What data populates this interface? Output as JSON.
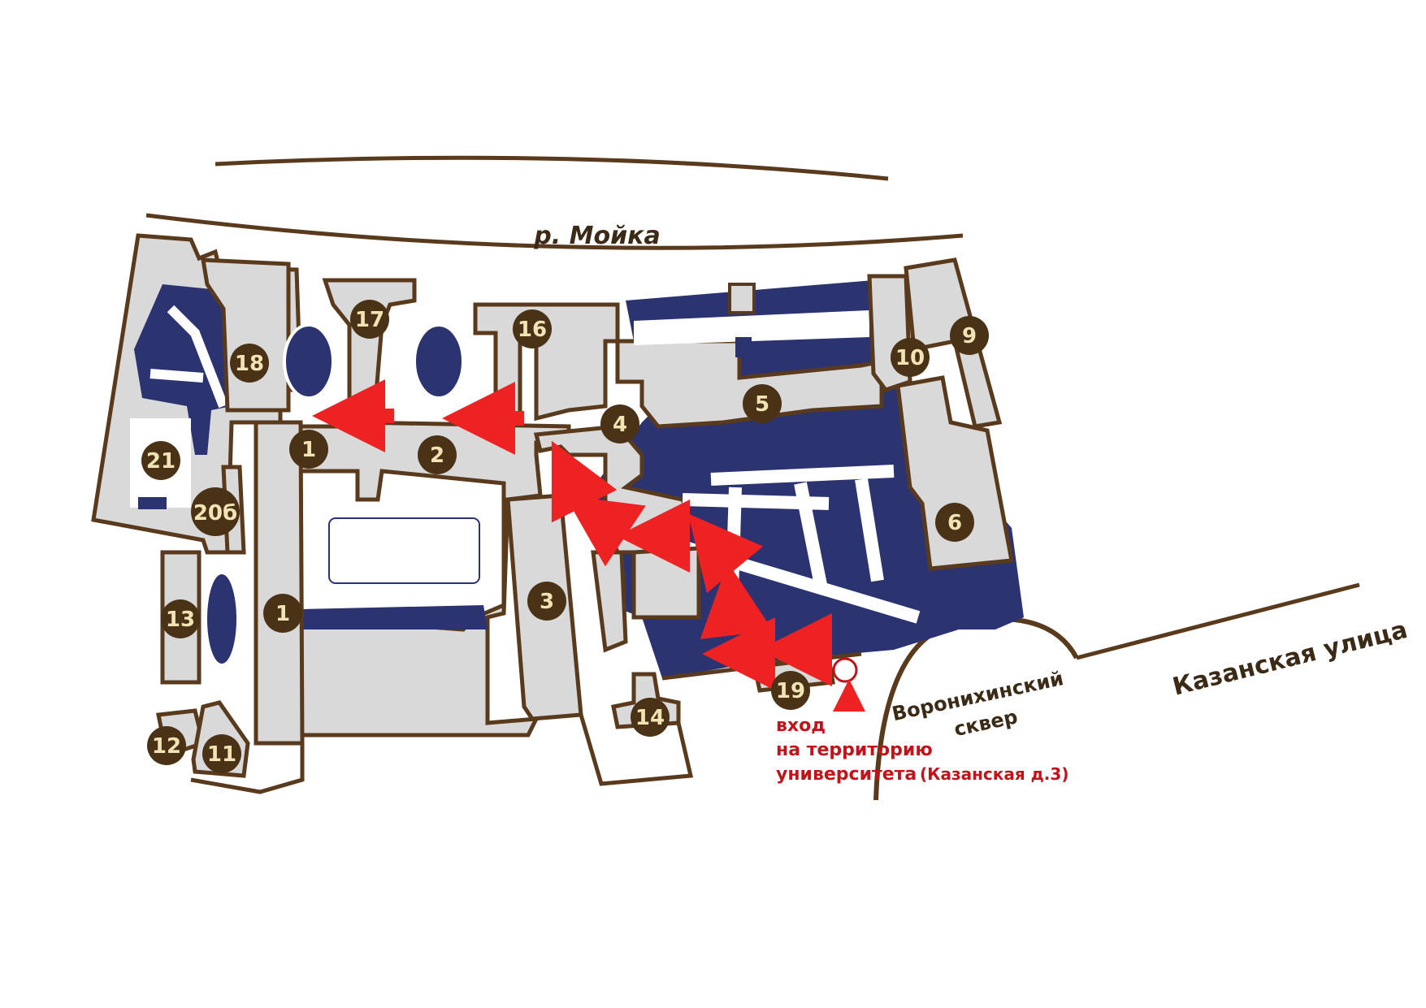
{
  "map": {
    "river_label": "р. Мойка",
    "street_label": "Казанская улица",
    "square_label_line1": "Воронихинский",
    "square_label_line2": "сквер",
    "entrance_line1": "вход",
    "entrance_line2": "на территорию",
    "entrance_line3": "университета",
    "entrance_address": "(Казанская д.3)",
    "buildings": [
      {
        "id": "b1a",
        "label": "1"
      },
      {
        "id": "b1b",
        "label": "1"
      },
      {
        "id": "b2",
        "label": "2"
      },
      {
        "id": "b3",
        "label": "3"
      },
      {
        "id": "b4",
        "label": "4"
      },
      {
        "id": "b5",
        "label": "5"
      },
      {
        "id": "b6",
        "label": "6"
      },
      {
        "id": "b9",
        "label": "9"
      },
      {
        "id": "b10",
        "label": "10"
      },
      {
        "id": "b11",
        "label": "11"
      },
      {
        "id": "b12",
        "label": "12"
      },
      {
        "id": "b13",
        "label": "13"
      },
      {
        "id": "b14",
        "label": "14"
      },
      {
        "id": "b16",
        "label": "16"
      },
      {
        "id": "b17",
        "label": "17"
      },
      {
        "id": "b18",
        "label": "18"
      },
      {
        "id": "b19",
        "label": "19"
      },
      {
        "id": "b21",
        "label": "21"
      },
      {
        "id": "b206",
        "label": "20б"
      }
    ],
    "colors": {
      "building": "#d9d9d9",
      "outline": "#5a3a1c",
      "courtyard": "#2b3370",
      "marker": "#4a3216",
      "marker_text": "#f2e3b5",
      "route": "#ee2222",
      "entrance_text": "#c0141a"
    }
  }
}
